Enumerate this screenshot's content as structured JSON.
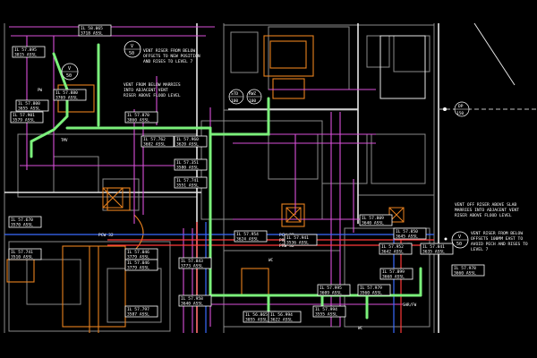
{
  "drawing": {
    "pipe_labels": {
      "pcw": "PCW 32",
      "prw_upper": "PRW 32",
      "prw_lower": "PRW 32",
      "pcw_left": "PCW 32"
    },
    "notes": {
      "vent_riser_1": [
        "VENT RISER FROM BELOW",
        "OFFSETS TO NEW POSITION",
        "AND RISES TO LEVEL 7"
      ],
      "vent_riser_2": [
        "VENT FROM BELOW MARRIES",
        "INTO ADJACENT VENT",
        "RISER ABOVE FLOOD LEVEL"
      ],
      "vent_off_riser": [
        "VENT OFF RISER ABOVE SLAB",
        "MARRIES INTO ADJACENT VENT",
        "RISER ABOVE FLOOD LEVEL"
      ],
      "vent_riser_3": [
        "VENT RISER FROM BELOW",
        "OFFSETS 100MM EAST TO",
        "AVOID PECH AND RISES TO",
        "LEVEL 7"
      ]
    },
    "riser_symbols": [
      {
        "top": "V",
        "bottom": "50"
      },
      {
        "top": "V",
        "bottom": "50"
      },
      {
        "top": "V",
        "bottom": "50"
      }
    ],
    "small_tags": [
      "STD",
      "RWZ",
      "DP",
      "WC",
      "SHR/FW",
      "PW",
      "TMV",
      "WC",
      "FW"
    ],
    "small_tag_values": [
      "100",
      "100",
      "150"
    ],
    "level_tags": [
      {
        "il": "IL 58.065",
        "asl": "3718 ASSL"
      },
      {
        "il": "IL 57.895",
        "asl": "3815 ASSL"
      },
      {
        "il": "IL 57.880",
        "asl": "3769 ASSL"
      },
      {
        "il": "IL 57.800",
        "asl": "3655 ASSL"
      },
      {
        "il": "IL 57.901",
        "asl": "3579 ASSL"
      },
      {
        "il": "IL 57.870",
        "asl": "3860 ASSL"
      },
      {
        "il": "IL 57.762",
        "asl": "3602 ASSL"
      },
      {
        "il": "IL 57.960",
        "asl": "3620 ASSL"
      },
      {
        "il": "IL 57.351",
        "asl": "3580 ASSL"
      },
      {
        "il": "IL 57.741",
        "asl": "3551 ASSL"
      },
      {
        "il": "IL 57.670",
        "asl": "3570 ASSL"
      },
      {
        "il": "IL 57.046",
        "asl": "3779 ASSL"
      },
      {
        "il": "IL 57.046",
        "asl": "3779 ASSL"
      },
      {
        "il": "IL 57.843",
        "asl": "3773 ASSL"
      },
      {
        "il": "IL 57.954",
        "asl": "3624 ASSL"
      },
      {
        "il": "IL 57.941",
        "asl": "3536 ASSL"
      },
      {
        "il": "IL 57.809",
        "asl": "3640 ASSL"
      },
      {
        "il": "IL 57.850",
        "asl": "3645 ASSL"
      },
      {
        "il": "IL 57.952",
        "asl": "3642 ASSL"
      },
      {
        "il": "IL 57.841",
        "asl": "3635 ASSL"
      },
      {
        "il": "IL 57.797",
        "asl": "3587 ASSL"
      },
      {
        "il": "IL 56.865",
        "asl": "3055 ASSL"
      },
      {
        "il": "IL 56.994",
        "asl": "3622 ASSL"
      },
      {
        "il": "IL 57.994",
        "asl": "3555 ASSL"
      },
      {
        "il": "IL 57.995",
        "asl": "3609 ASSL"
      },
      {
        "il": "IL 57.979",
        "asl": "3560 ASSL"
      },
      {
        "il": "IL 57.899",
        "asl": "3668 ASSL"
      },
      {
        "il": "IL 57.978",
        "asl": "3660 ASSL"
      },
      {
        "il": "IL 57.958",
        "asl": "3640 ASSL"
      },
      {
        "il": "IL 57.741",
        "asl": "3510 ASSL"
      }
    ],
    "colors": {
      "background": "#000000",
      "green_pipe": "#7bf07b",
      "magenta": "#d94fd9",
      "blue_line": "#3a6bff",
      "red_line": "#ff3a3a",
      "orange": "#e8811e",
      "white_wall": "#d8d8d8",
      "grey_wall": "#6b6b6b"
    }
  }
}
